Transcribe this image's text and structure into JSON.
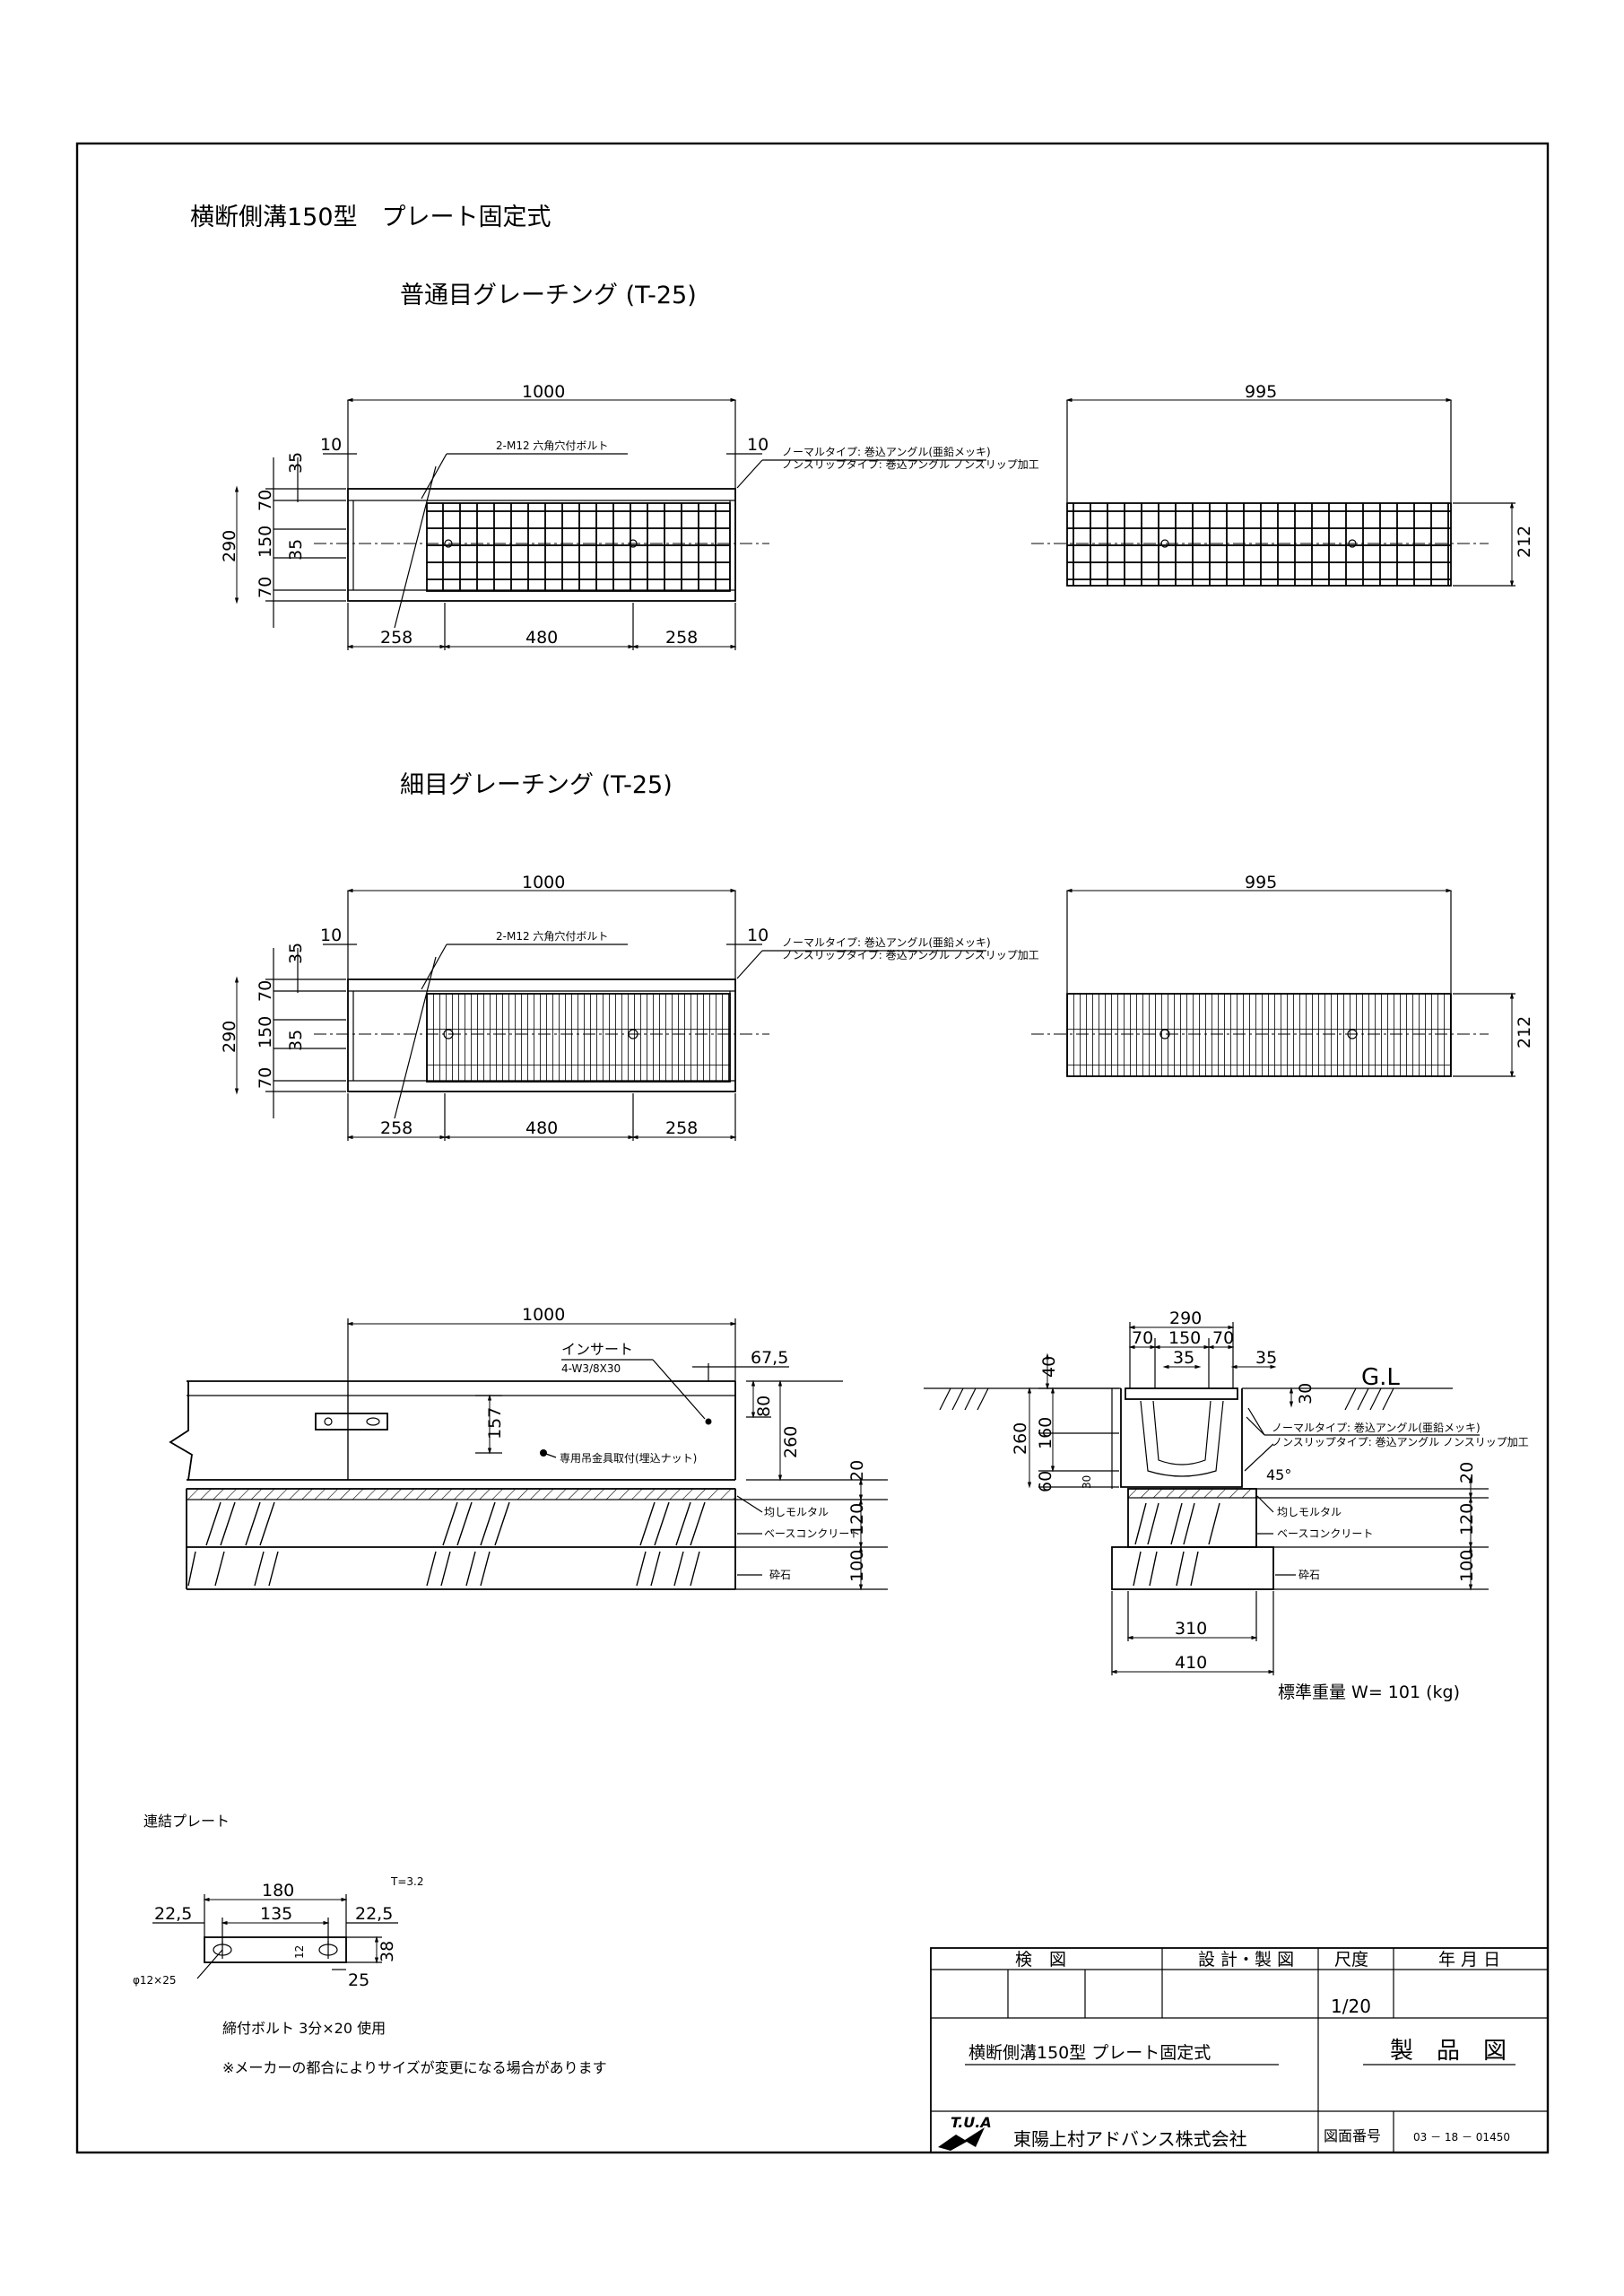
{
  "title": "横断側溝150型　プレート固定式",
  "sections": {
    "normal": "普通目グレーチング (T-25)",
    "fine": "細目グレーチング (T-25)"
  },
  "plan": {
    "total": "1000",
    "edge_l": "10",
    "edge_r": "10",
    "seg_l": "258",
    "seg_m": "480",
    "seg_r": "258",
    "h_total": "290",
    "h_a": "70",
    "h_b": "150",
    "h_c": "35",
    "h_d": "70",
    "top35": "35",
    "bolt": "2-M12 六角穴付ボルト",
    "note1": "ノーマルタイプ: 巻込アングル(亜鉛メッキ)",
    "note2": "ノンスリップタイプ: 巻込アングル ノンスリップ加工"
  },
  "grating": {
    "length": "995",
    "width": "212"
  },
  "side": {
    "total": "1000",
    "insert": "インサート",
    "insert_spec": "4-W3/8X30",
    "d675": "67,5",
    "d80": "80",
    "d157": "157",
    "d260": "260",
    "d20": "20",
    "d120": "120",
    "d100": "100",
    "hanger": "専用吊金具取付(埋込ナット)",
    "mortar": "均しモルタル",
    "base": "ベースコンクリート",
    "gravel": "砕石"
  },
  "section": {
    "d290": "290",
    "d70a": "70",
    "d150": "150",
    "d70b": "70",
    "d35a": "35",
    "d35b": "35",
    "d40": "40",
    "d30a": "30",
    "gl": "G.L",
    "d260": "260",
    "d160": "160",
    "d60": "60",
    "d30b": "30",
    "deg": "45°",
    "note1": "ノーマルタイプ: 巻込アングル(亜鉛メッキ)",
    "note2": "ノンスリップタイプ: 巻込アングル ノンスリップ加工",
    "d20": "20",
    "d120": "120",
    "d100": "100",
    "mortar": "均しモルタル",
    "base": "ベースコンクリート",
    "gravel": "砕石",
    "d310": "310",
    "d410": "410"
  },
  "weight": "標準重量 W= 101 (kg)",
  "plate": {
    "title": "連結プレート",
    "t": "T=3.2",
    "d180": "180",
    "d225l": "22,5",
    "d135": "135",
    "d225r": "22,5",
    "d12": "12",
    "d38": "38",
    "d25": "25",
    "hole": "φ12×25",
    "bolt_note": "締付ボルト 3分×20 使用",
    "note": "※メーカーの都合によりサイズが変更になる場合があります"
  },
  "titleblock": {
    "kenzu": "検　図",
    "sekkei": "設 計・製 図",
    "scale_h": "尺度",
    "date_h": "年 月 日",
    "scale": "1/20",
    "name": "横断側溝150型 プレート固定式",
    "kind": "製　品　図",
    "logo": "T.U.A",
    "company": "東陽上村アドバンス株式会社",
    "dwg_h": "図面番号",
    "dwg_no": "03 － 18 － 01450"
  }
}
